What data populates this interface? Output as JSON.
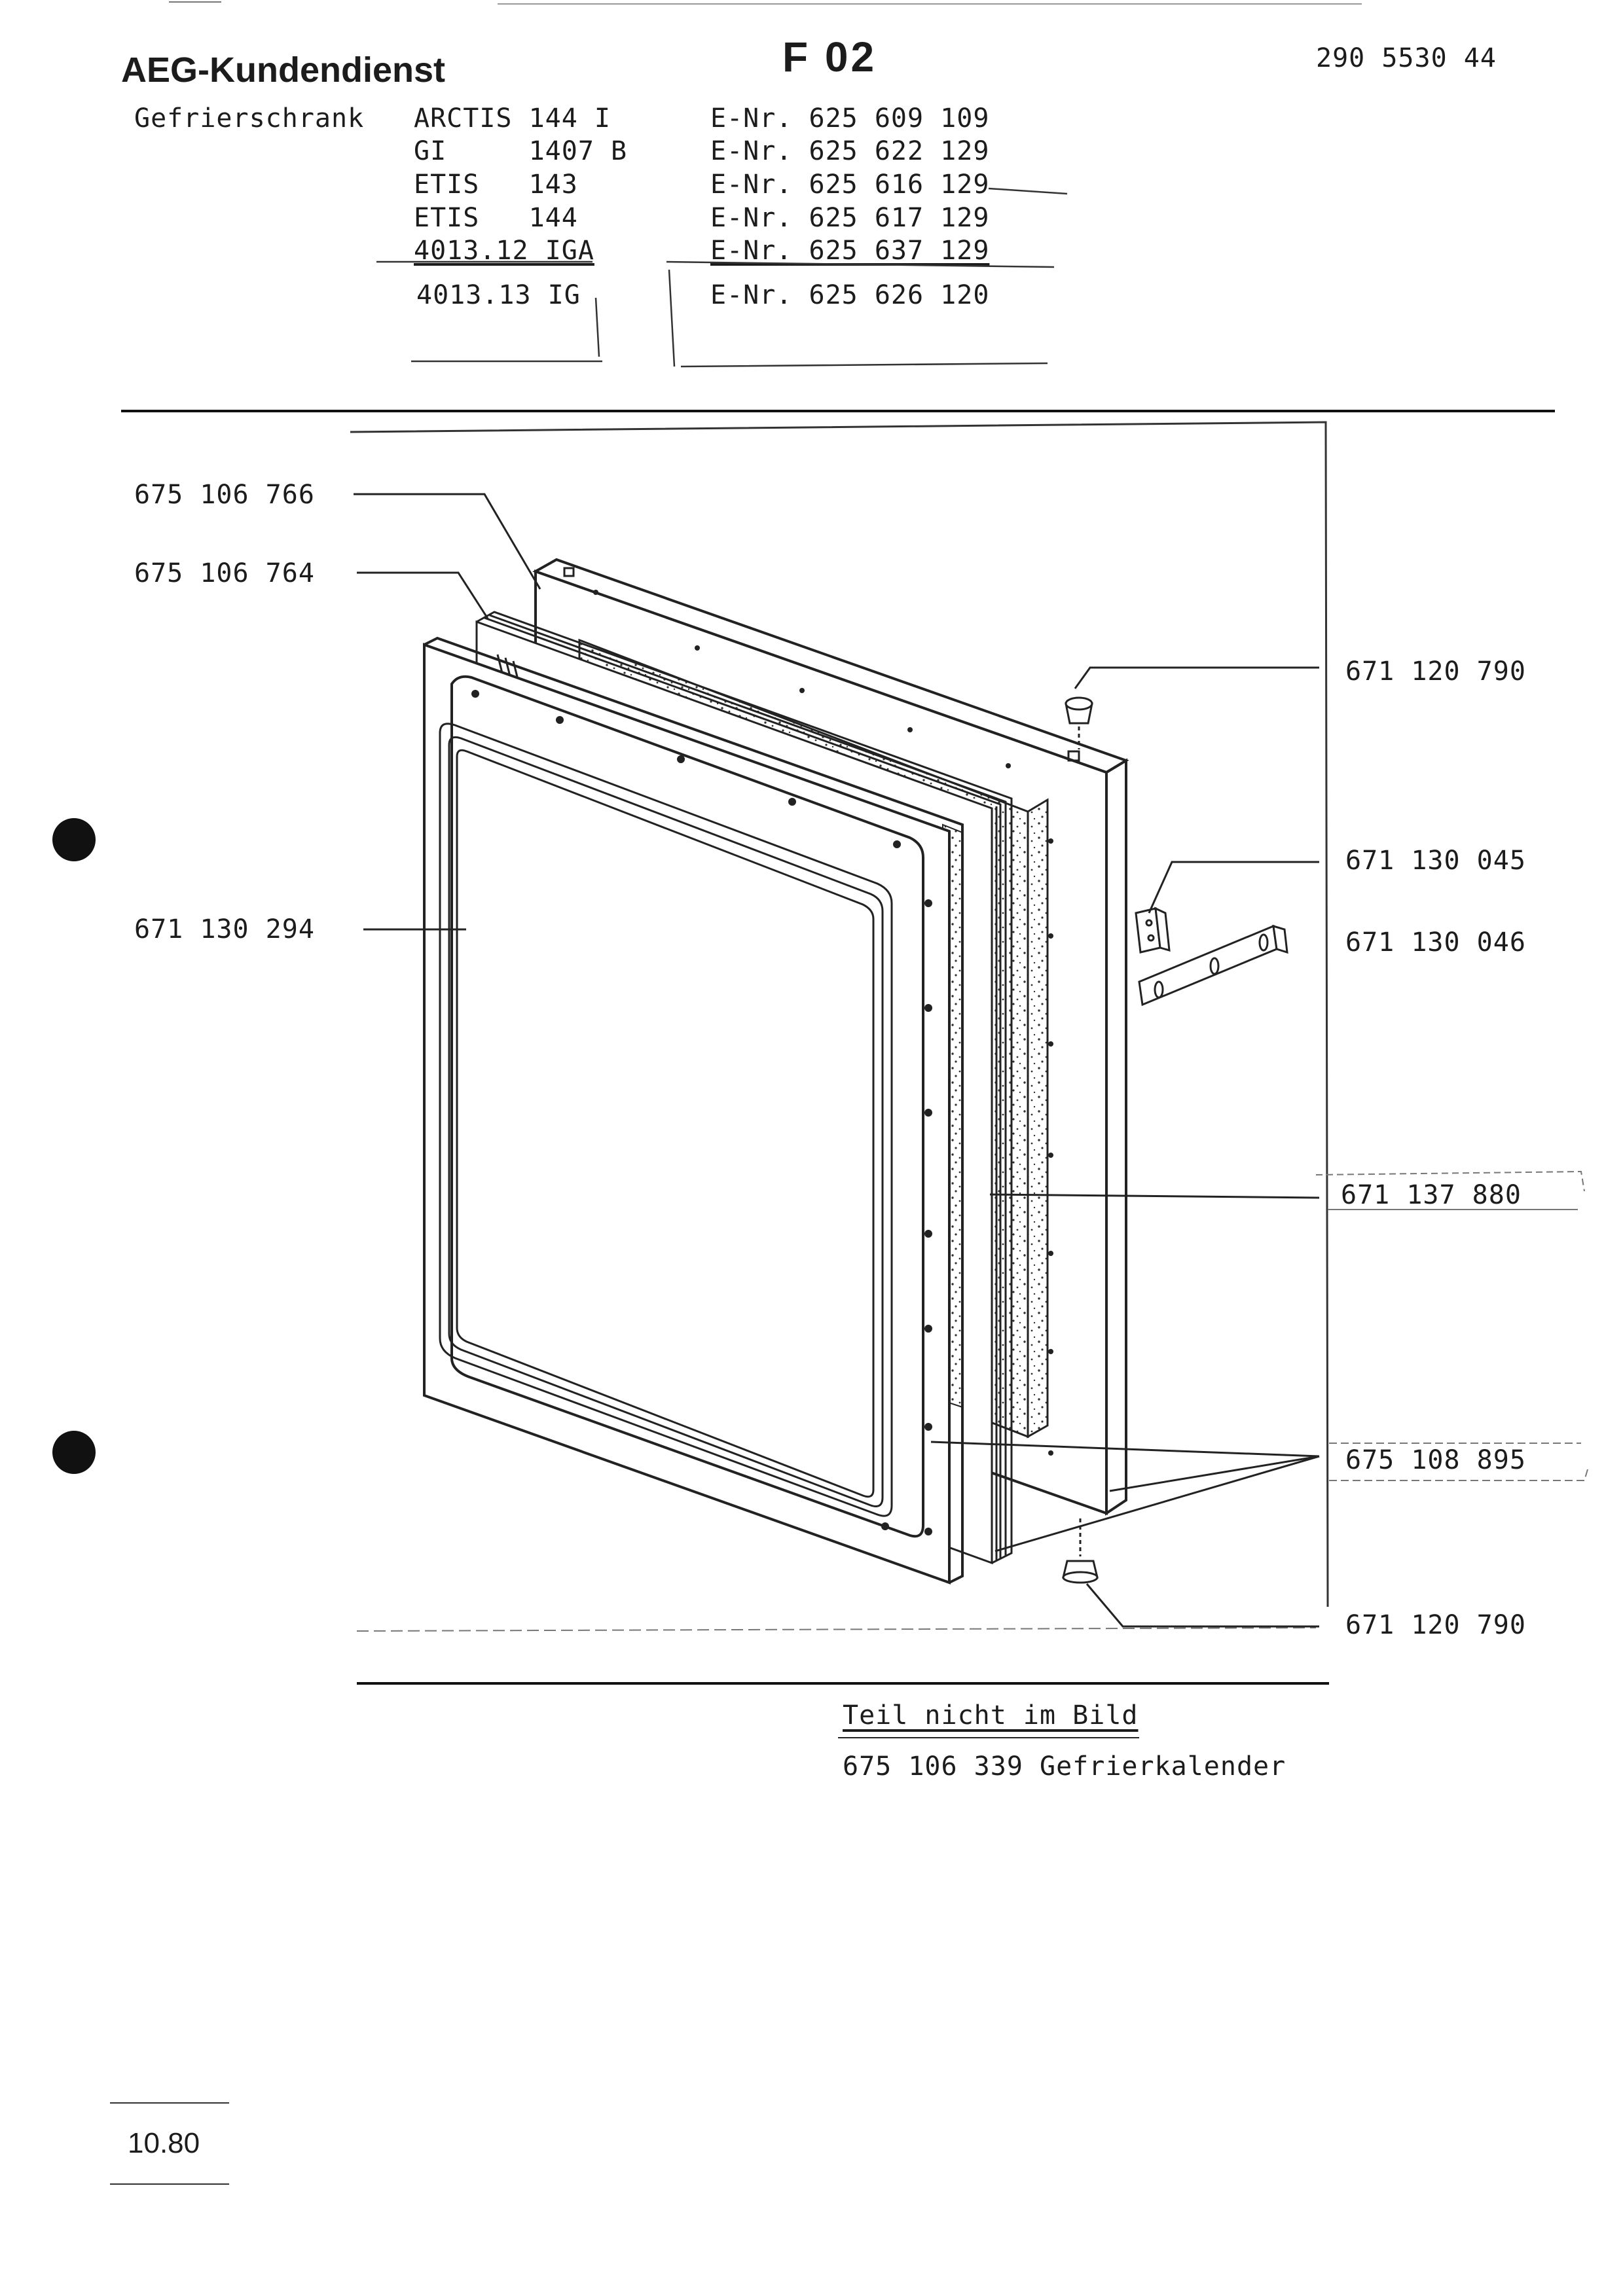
{
  "header": {
    "brand": "AEG-Kundendienst",
    "sheet_code": "F 02",
    "document_number": "290 5530 44"
  },
  "appliance": {
    "type": "Gefrierschrank",
    "models": [
      {
        "model": "ARCTIS 144 I",
        "e_nr": "E-Nr. 625 609 109"
      },
      {
        "model": "GI     1407 B",
        "e_nr": "E-Nr. 625 622 129"
      },
      {
        "model": "ETIS   143",
        "e_nr": "E-Nr. 625 616 129"
      },
      {
        "model": "ETIS   144",
        "e_nr": "E-Nr. 625 617 129"
      },
      {
        "model": "4013.12 IGA",
        "e_nr": "E-Nr. 625 637 129"
      },
      {
        "model": "4013.13 IG",
        "e_nr": "E-Nr. 625 626 120"
      }
    ]
  },
  "parts": {
    "door_outer_panel": "675 106 766",
    "door_seal_frame": "675 106 764",
    "door_inner_liner": "671 130 294",
    "hinge_bushing_top": "671 120 790",
    "hinge_plate": "671 130 045",
    "hinge_bracket": "671 130 046",
    "door_gasket": "671 137 880",
    "door_profile_strip": "675 108 895",
    "hinge_bushing_bottom": "671 120 790"
  },
  "note": {
    "heading": "Teil nicht im Bild",
    "item": "675 106 339 Gefrierkalender"
  },
  "footer": {
    "date": "10.80"
  }
}
